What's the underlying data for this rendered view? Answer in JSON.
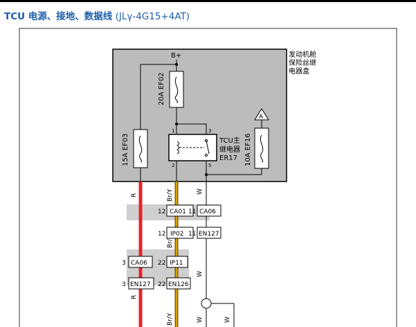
{
  "header": {
    "title_main": "TCU 电源、接地、数据线",
    "title_model": " (JLγ-4G15+4AT)"
  },
  "box": {
    "label_line1": "发动机舱",
    "label_line2": "保险丝继",
    "label_line3": "电器盒"
  },
  "supply": {
    "label": "B+"
  },
  "fuses": {
    "ef02": "20A EF02",
    "ef03": "15A EF03",
    "ef16": "10A EF16"
  },
  "relay": {
    "line1": "TCU主",
    "line2": "继电器",
    "line3": "ER17",
    "pin1": "1",
    "pin2": "2",
    "pin3": "3",
    "pin5": "5"
  },
  "marker": {
    "label": "A"
  },
  "wires": {
    "red": "R",
    "brown_yellow": "Br/Y",
    "white": "W"
  },
  "connectors": {
    "ca01": {
      "pin": "12",
      "name": "CA01"
    },
    "ca06_w": {
      "pin": "11",
      "name": "CA06"
    },
    "ip02": {
      "pin": "12",
      "name": "IP02"
    },
    "en127_w": {
      "pin": "11",
      "name": "EN127"
    },
    "ca06_r": {
      "pin": "3",
      "name": "CA06"
    },
    "ip11": {
      "pin": "22",
      "name": "IP11"
    },
    "en127_r": {
      "pin": "3",
      "name": "EN127"
    },
    "en126": {
      "pin": "22",
      "name": "EN126"
    }
  },
  "colors": {
    "title": "#1d5ea8",
    "box_fill": "#bcbcbc",
    "red_wire": "#e8232b",
    "brown_wire": "#8a5a0c",
    "yellow_stripe": "#f2c200",
    "connector_band": "#cfcfcf"
  }
}
